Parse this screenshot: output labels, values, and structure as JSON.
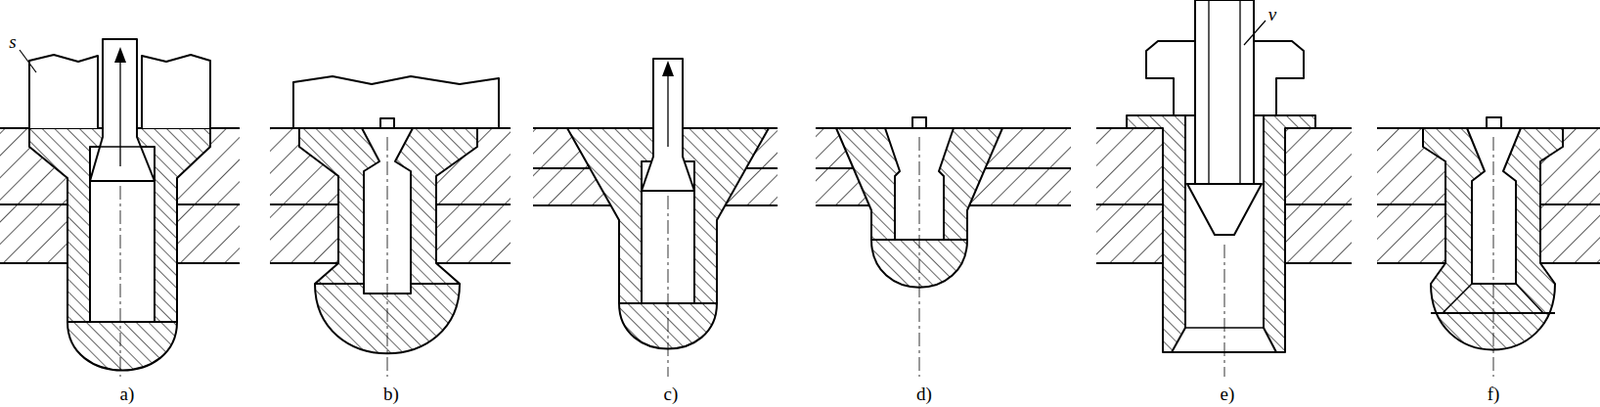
{
  "diagram": {
    "labels": [
      "s",
      "v",
      "a)",
      "b)",
      "c)",
      "d)",
      "e)",
      "f)"
    ]
  }
}
